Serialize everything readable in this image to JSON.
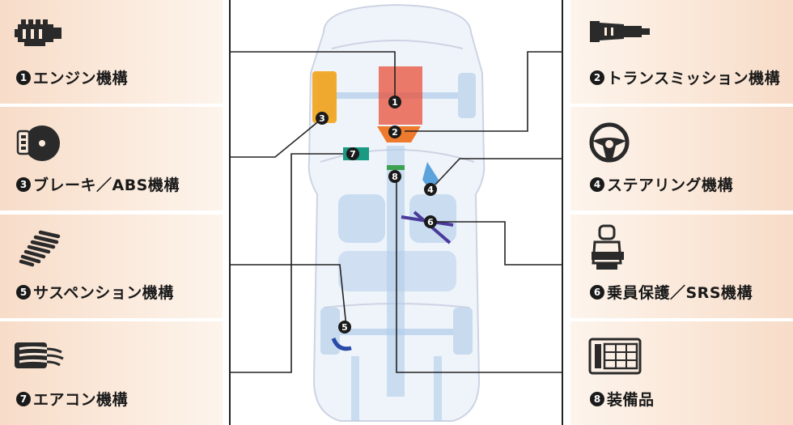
{
  "systems": {
    "engine": {
      "num": "1",
      "label": "エンジン機構",
      "icon": "engine-icon"
    },
    "transmission": {
      "num": "2",
      "label": "トランスミッション機構",
      "icon": "transmission-icon"
    },
    "brake": {
      "num": "3",
      "label": "ブレーキ／ABS機構",
      "icon": "brake-disc-icon"
    },
    "steering": {
      "num": "4",
      "label": "ステアリング機構",
      "icon": "steering-wheel-icon"
    },
    "suspension": {
      "num": "5",
      "label": "サスペンション機構",
      "icon": "spring-icon"
    },
    "restraint": {
      "num": "6",
      "label": "乗員保護／SRS機構",
      "icon": "seatbelt-seat-icon"
    },
    "aircon": {
      "num": "7",
      "label": "エアコン機構",
      "icon": "aircon-vent-icon"
    },
    "equipment": {
      "num": "8",
      "label": "装備品",
      "icon": "display-panel-icon"
    }
  },
  "car_markers": [
    "1",
    "2",
    "3",
    "4",
    "5",
    "6",
    "7",
    "8"
  ],
  "colors": {
    "panel": "#f7dcc8",
    "engine": "#e8503a",
    "transmission": "#ee7a2e",
    "brake": "#f2a318",
    "aircon": "#1a9a82",
    "equipment": "#3aa352",
    "restraint": "#4a3a9a",
    "suspension": "#2a4aa8",
    "car_body": "#a9c8e8"
  }
}
